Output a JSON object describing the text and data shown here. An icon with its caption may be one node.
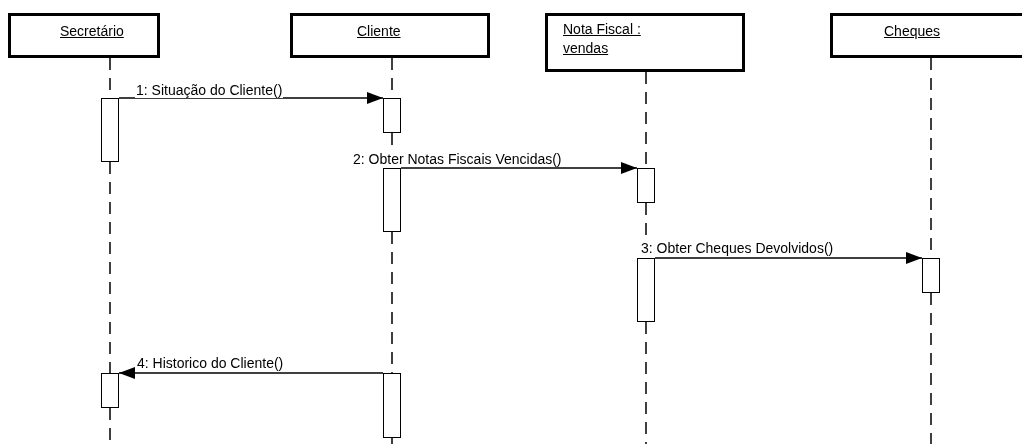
{
  "diagram": {
    "nodes": [
      {
        "text": [
          "Secretário"
        ]
      },
      {
        "text": [
          "Cliente"
        ]
      },
      {
        "text": [
          "Nota Fiscal : vendas"
        ]
      },
      {
        "text": [
          "Cheques"
        ]
      },
      {
        "text": [],
        "shape": "bar"
      },
      {
        "text": [],
        "shape": "bar"
      },
      {
        "text": [],
        "shape": "bar"
      },
      {
        "text": [],
        "shape": "bar"
      },
      {
        "text": [],
        "shape": "bar"
      },
      {
        "text": [],
        "shape": "bar"
      },
      {
        "text": [],
        "shape": "bar"
      },
      {
        "text": [],
        "shape": "bar"
      }
    ],
    "edges": [
      {
        "from": 4,
        "to": 5,
        "arrow": "to",
        "label": "1: Situação do Cliente()"
      },
      {
        "from": 6,
        "to": 7,
        "arrow": "to",
        "label": "2: Obter Notas Fiscais Vencidas()"
      },
      {
        "from": 8,
        "to": 9,
        "arrow": "to",
        "label": "3: Obter Cheques Devolvidos()"
      },
      {
        "from": 11,
        "to": 10,
        "arrow": "to",
        "label": "4: Historico do Cliente()"
      },
      {
        "from": 0,
        "to": 4,
        "arrow": "none",
        "style": "dashed"
      },
      {
        "from": 4,
        "to": 10,
        "arrow": "none",
        "style": "dashed"
      },
      {
        "from": 10,
        "to": null,
        "arrow": "none",
        "style": "dashed"
      },
      {
        "from": 1,
        "to": 5,
        "arrow": "none",
        "style": "dashed"
      },
      {
        "from": 5,
        "to": 6,
        "arrow": "none",
        "style": "dashed"
      },
      {
        "from": 6,
        "to": 11,
        "arrow": "none",
        "style": "dashed"
      },
      {
        "from": 11,
        "to": null,
        "arrow": "none",
        "style": "dashed"
      },
      {
        "from": 2,
        "to": 7,
        "arrow": "none",
        "style": "dashed"
      },
      {
        "from": 7,
        "to": 8,
        "arrow": "none",
        "style": "dashed"
      },
      {
        "from": 8,
        "to": null,
        "arrow": "none",
        "style": "dashed"
      },
      {
        "from": 3,
        "to": 9,
        "arrow": "none",
        "style": "dashed"
      },
      {
        "from": 9,
        "to": null,
        "arrow": "none",
        "style": "dashed"
      }
    ]
  }
}
